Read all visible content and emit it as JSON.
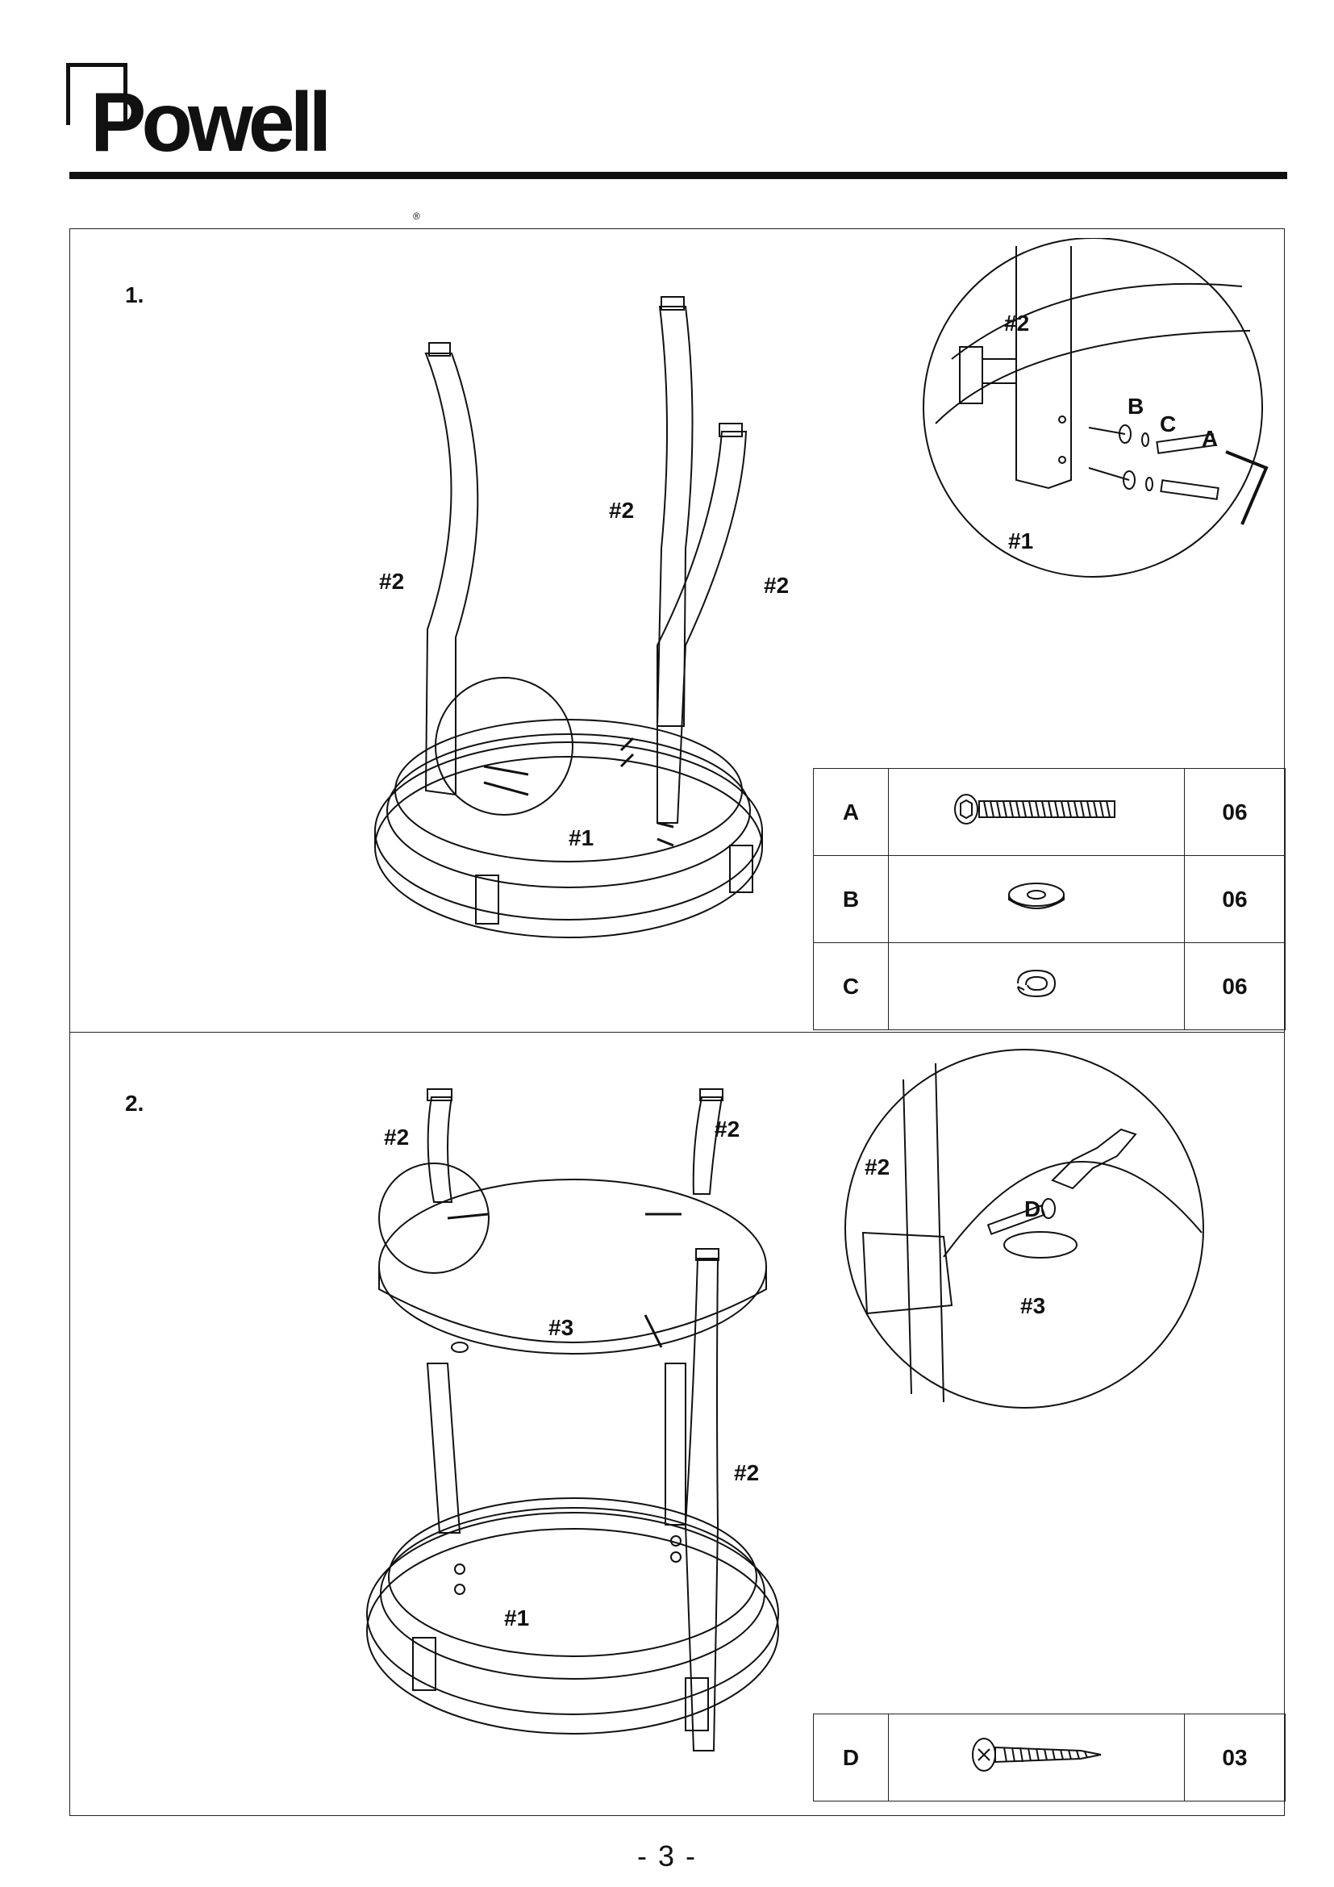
{
  "brand": {
    "logo_text": "Powell",
    "reg_mark": "®"
  },
  "steps": [
    {
      "number": "1.",
      "labels": {
        "leg": "#2",
        "base": "#1"
      },
      "detail_labels": {
        "leg": "#2",
        "base": "#1",
        "bolt": "A",
        "washer": "B",
        "lock_washer": "C"
      },
      "parts": [
        {
          "key": "A",
          "icon": "hex-bolt-icon",
          "qty": "06"
        },
        {
          "key": "B",
          "icon": "flat-washer-icon",
          "qty": "06"
        },
        {
          "key": "C",
          "icon": "lock-washer-icon",
          "qty": "06"
        }
      ]
    },
    {
      "number": "2.",
      "labels": {
        "leg": "#2",
        "base": "#1",
        "top": "#3"
      },
      "detail_labels": {
        "leg": "#2",
        "top": "#3",
        "screw": "D"
      },
      "parts": [
        {
          "key": "D",
          "icon": "wood-screw-icon",
          "qty": "03"
        }
      ]
    }
  ],
  "footer": {
    "page_number": "- 3 -"
  }
}
